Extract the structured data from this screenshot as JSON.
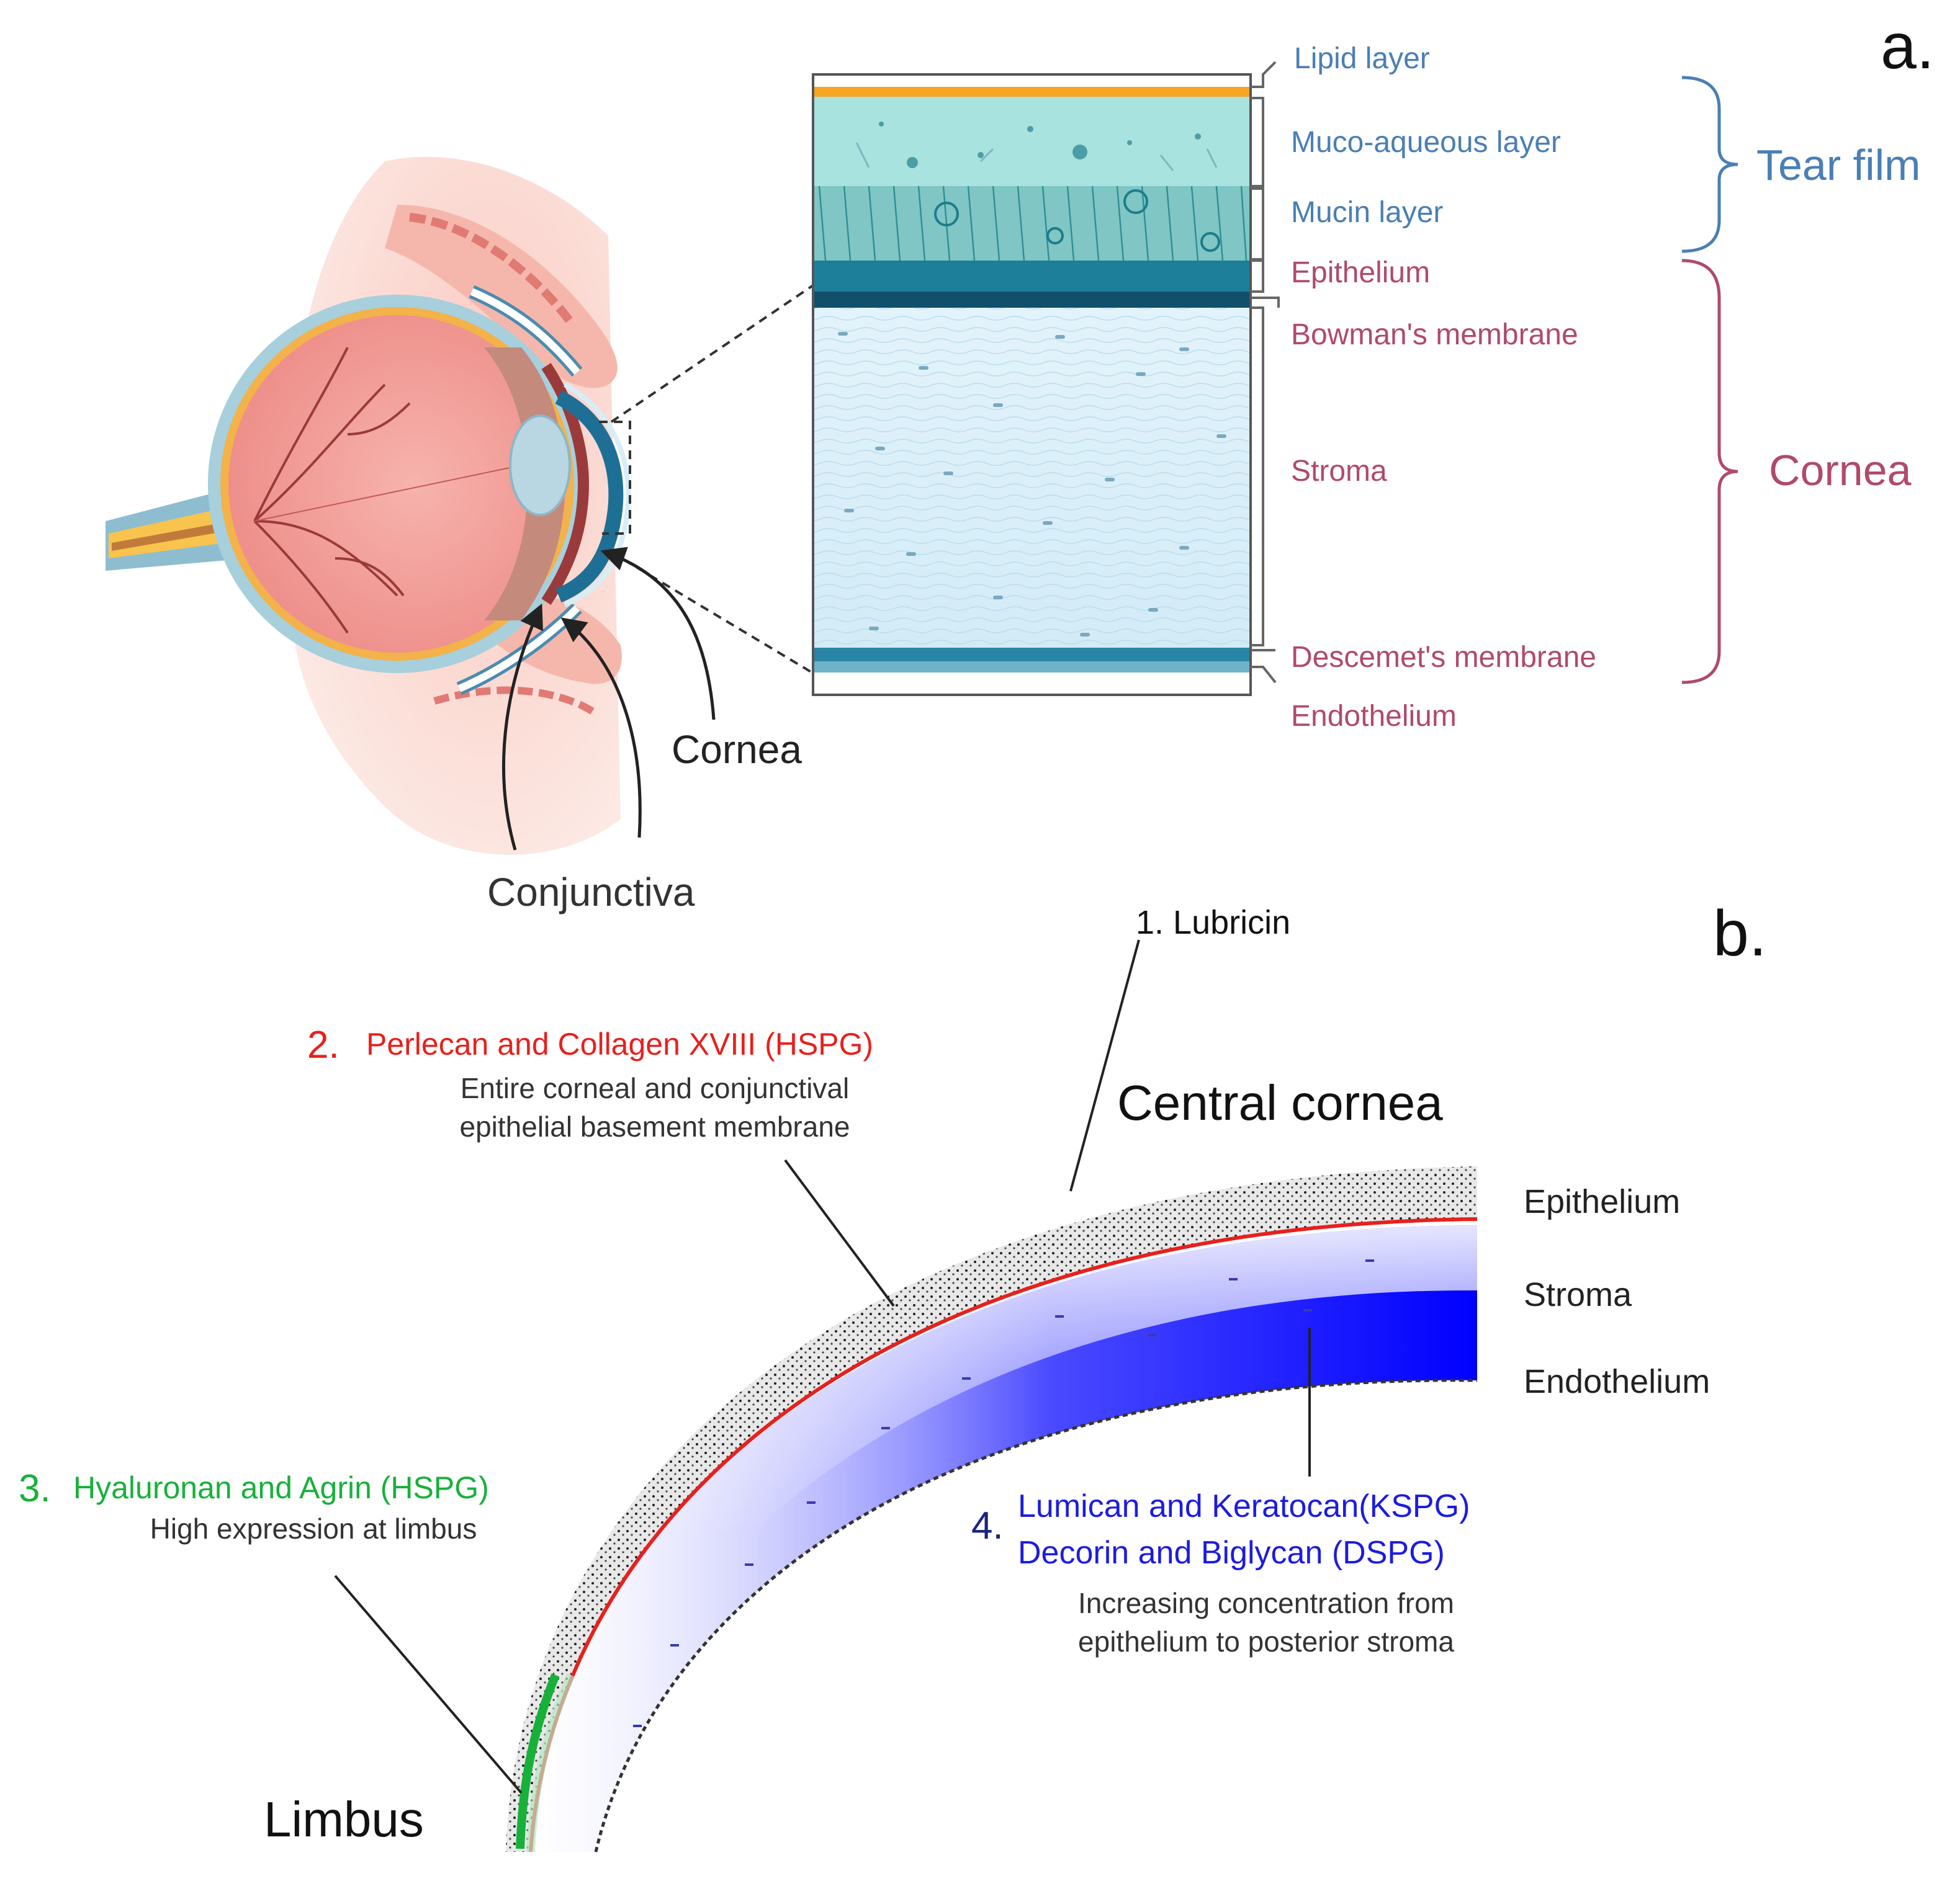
{
  "panel_a": {
    "panel_label": "a.",
    "eye_labels": {
      "cornea": "Cornea",
      "conjunctiva": "Conjunctiva"
    },
    "layers": {
      "lipid": "Lipid layer",
      "muco_aqueous": "Muco-aqueous layer",
      "mucin": "Mucin layer",
      "epithelium": "Epithelium",
      "bowman": "Bowman's membrane",
      "stroma": "Stroma",
      "descemet": "Descemet's membrane",
      "endothelium": "Endothelium"
    },
    "groups": {
      "tear_film": "Tear film",
      "cornea": "Cornea"
    },
    "colors": {
      "tear_film_text": "#4a7fb5",
      "cornea_text": "#b04a6a",
      "lipid": "#f6a623",
      "muco_aqueous": "#a8e3df",
      "mucin": "#7fc6c4",
      "epithelium": "#1d7f9a",
      "stroma": "#dcf0fa",
      "descemet": "#2a86a6"
    }
  },
  "panel_b": {
    "panel_label": "b.",
    "central_cornea": "Central cornea",
    "limbus": "Limbus",
    "layers": {
      "epithelium": "Epithelium",
      "stroma": "Stroma",
      "endothelium": "Endothelium"
    },
    "annotations": {
      "lubricin": "1. Lubricin",
      "hspg_num": "2.",
      "hspg_title": "Perlecan and Collagen XVIII (HSPG)",
      "hspg_desc_1": "Entire corneal and conjunctival",
      "hspg_desc_2": "epithelial basement membrane",
      "hya_num": "3.",
      "hya_title": "Hyaluronan and Agrin (HSPG)",
      "hya_desc": "High expression at limbus",
      "kspg_num": "4.",
      "kspg_title_1": "Lumican and Keratocan(KSPG)",
      "kspg_title_2": "Decorin and Biglycan (DSPG)",
      "kspg_desc_1": "Increasing concentration from",
      "kspg_desc_2": "epithelium to posterior stroma"
    },
    "colors": {
      "hspg": "#e8201c",
      "hyaluronan": "#17b13a",
      "kspg_num": "#1a237e",
      "kspg": "#1c1ce0",
      "stroma_gradient": "#0a0aff"
    }
  }
}
